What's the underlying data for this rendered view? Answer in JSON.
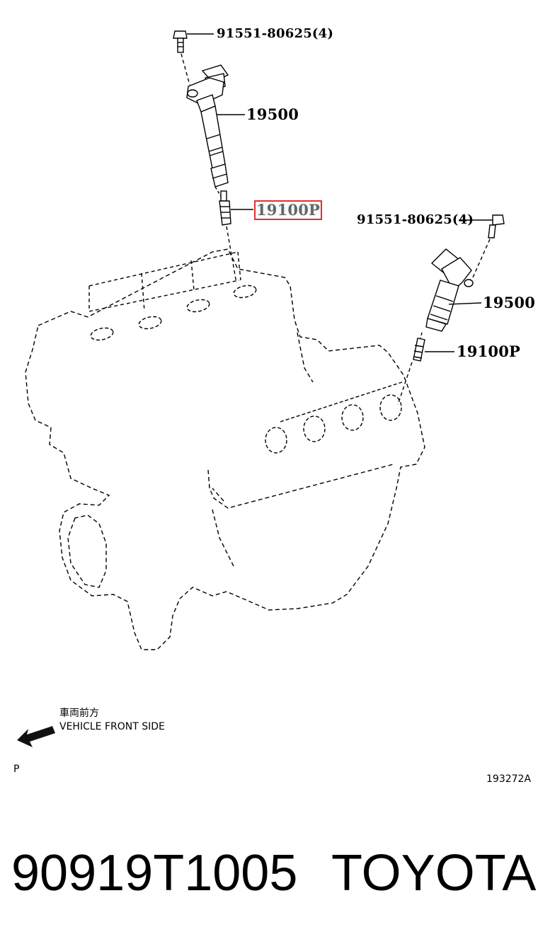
{
  "callouts": {
    "bolt_top": "91551-80625(4)",
    "coil_top": "19500",
    "plug_top": "19100P",
    "bolt_right": "91551-80625(4)",
    "coil_right": "19500",
    "plug_right": "19100P"
  },
  "direction": {
    "japanese": "車両前方",
    "english": "VEHICLE FRONT SIDE"
  },
  "corner_mark": "P",
  "illustration_id": "193272A",
  "footer": {
    "part_number": "90919T1005",
    "brand": "TOYOTA"
  },
  "highlight_color": "#e03030"
}
